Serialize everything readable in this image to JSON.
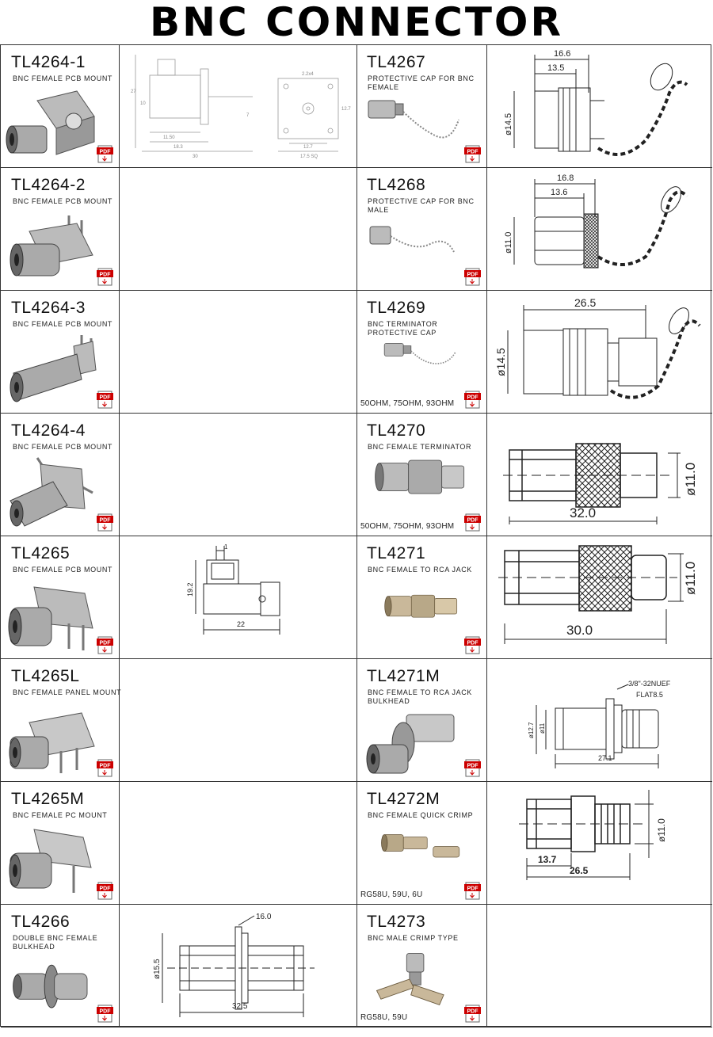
{
  "page": {
    "title": "BNC CONNECTOR",
    "pdf_label": "PDF"
  },
  "rows": [
    {
      "left": {
        "code": "TL4264-1",
        "desc": "BNC FEMALE PCB MOUNT"
      },
      "right": {
        "code": "TL4267",
        "desc": "PROTECTIVE CAP FOR BNC FEMALE"
      }
    },
    {
      "left": {
        "code": "TL4264-2",
        "desc": "BNC FEMALE PCB MOUNT"
      },
      "right": {
        "code": "TL4268",
        "desc": "PROTECTIVE CAP FOR BNC MALE"
      }
    },
    {
      "left": {
        "code": "TL4264-3",
        "desc": "BNC FEMALE PCB MOUNT"
      },
      "right": {
        "code": "TL4269",
        "desc": "BNC TERMINATOR PROTECTIVE CAP",
        "note": "50OHM, 75OHM, 93OHM"
      }
    },
    {
      "left": {
        "code": "TL4264-4",
        "desc": "BNC FEMALE PCB MOUNT"
      },
      "right": {
        "code": "TL4270",
        "desc": "BNC FEMALE TERMINATOR",
        "note": "50OHM, 75OHM, 93OHM"
      }
    },
    {
      "left": {
        "code": "TL4265",
        "desc": "BNC FEMALE PCB MOUNT"
      },
      "right": {
        "code": "TL4271",
        "desc": "BNC FEMALE TO RCA JACK"
      }
    },
    {
      "left": {
        "code": "TL4265L",
        "desc": "BNC FEMALE PANEL MOUNT"
      },
      "right": {
        "code": "TL4271M",
        "desc": "BNC FEMALE TO RCA JACK BULKHEAD"
      }
    },
    {
      "left": {
        "code": "TL4265M",
        "desc": "BNC FEMALE PC MOUNT"
      },
      "right": {
        "code": "TL4272M",
        "desc": "BNC FEMALE QUICK CRIMP",
        "note": "RG58U, 59U, 6U"
      }
    },
    {
      "left": {
        "code": "TL4266",
        "desc": "DOUBLE BNC FEMALE BULKHEAD"
      },
      "right": {
        "code": "TL4273",
        "desc": "BNC MALE CRIMP TYPE",
        "note": "RG58U, 59U"
      }
    }
  ],
  "dims": {
    "tl4264_1": [
      "2.2x4",
      "11.50",
      "18.3",
      "30",
      "12.7",
      "17.5 SQ",
      "27",
      "10",
      "7",
      "12.7"
    ],
    "tl4267": [
      "16.6",
      "13.5",
      "ø14.5"
    ],
    "tl4268": [
      "16.8",
      "13.6",
      "ø11.0"
    ],
    "tl4269": [
      "26.5",
      "ø14.5"
    ],
    "tl4270": [
      "ø11.0",
      "32.0"
    ],
    "tl4265": [
      "1",
      "19.2",
      "22"
    ],
    "tl4271": [
      "ø11.0",
      "30.0"
    ],
    "tl4271m": [
      "3/8\"-32NUEF",
      "FLAT8.5",
      "ø12.7",
      "ø11",
      "27.1"
    ],
    "tl4272m": [
      "ø11.0",
      "13.7",
      "26.5"
    ],
    "tl4266": [
      "16.0",
      "ø15.5",
      "32.5"
    ]
  }
}
